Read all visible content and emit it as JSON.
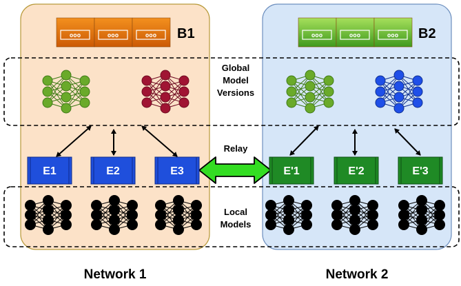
{
  "networks": [
    {
      "label": "Network 1",
      "blockchain": {
        "label": "B1",
        "block_text": [
          "ooo",
          "ooo",
          "ooo"
        ]
      },
      "global_models": [
        {
          "color": "#6aaa2a",
          "stroke": "#3f7a17"
        },
        {
          "color": "#a01433",
          "stroke": "#6e0b21"
        }
      ],
      "edges": [
        "E1",
        "E2",
        "E3"
      ],
      "bg": "#fce2c8",
      "bg_stroke": "#b89a3a",
      "block_color": "#e8740f",
      "edge_color": "#1f4fdc"
    },
    {
      "label": "Network 2",
      "blockchain": {
        "label": "B2",
        "block_text": [
          "ooo",
          "ooo",
          "ooo"
        ]
      },
      "global_models": [
        {
          "color": "#6aaa2a",
          "stroke": "#3f7a17"
        },
        {
          "color": "#1f4fe8",
          "stroke": "#10308f"
        }
      ],
      "edges": [
        "E'1",
        "E'2",
        "E'3"
      ],
      "bg": "#d6e6f8",
      "bg_stroke": "#6e90bf",
      "block_color": "#5cb833",
      "edge_color": "#1f8a25"
    }
  ],
  "labels": {
    "global": [
      "Global",
      "Model",
      "Versions"
    ],
    "relay": "Relay",
    "local": [
      "Local",
      "Models"
    ]
  },
  "colors": {
    "relay_arrow": "#33dd22",
    "local_model": "#000000"
  }
}
